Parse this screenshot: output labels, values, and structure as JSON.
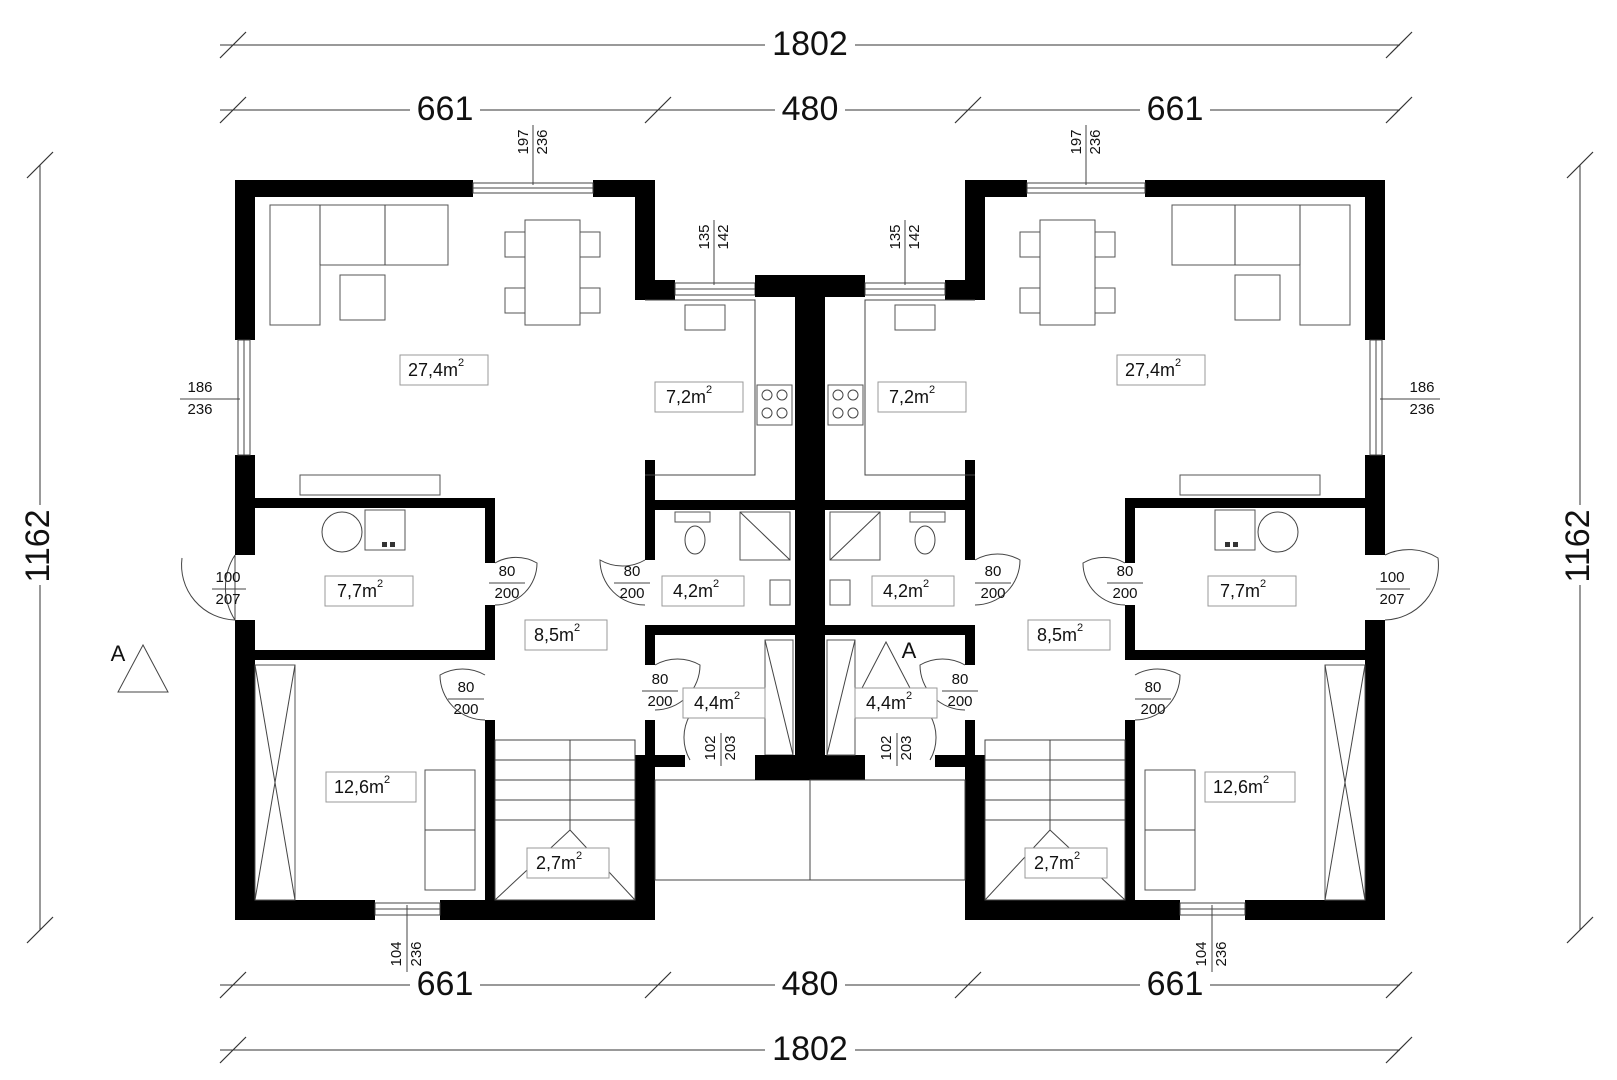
{
  "dimensions": {
    "top_total": "1802",
    "top_left": "661",
    "top_middle": "480",
    "top_right": "661",
    "bottom_left": "661",
    "bottom_middle": "480",
    "bottom_right": "661",
    "bottom_total": "1802",
    "left_height": "1162",
    "right_height": "1162"
  },
  "section_marks": {
    "left": "A",
    "center": "A"
  },
  "rooms": {
    "left": {
      "living": "27,4",
      "kitchen": "7,2",
      "utility": "7,7",
      "hall": "8,5",
      "bath": "4,2",
      "entry": "4,4",
      "bedroom": "12,6",
      "stairs": "2,7"
    },
    "right": {
      "living": "27,4",
      "kitchen": "7,2",
      "utility": "7,7",
      "hall": "8,5",
      "bath": "4,2",
      "entry": "4,4",
      "bedroom": "12,6",
      "stairs": "2,7"
    },
    "unit": "m",
    "unit_exp": "2"
  },
  "openings": {
    "left": {
      "top_window": [
        "197",
        "236"
      ],
      "kitchen_window": [
        "135",
        "142"
      ],
      "side_window": [
        "186",
        "236"
      ],
      "ext_door": [
        "100",
        "207"
      ],
      "utility_door": [
        "80",
        "200"
      ],
      "bath_door": [
        "80",
        "200"
      ],
      "bedroom_door": [
        "80",
        "200"
      ],
      "entry_door": [
        "80",
        "200"
      ],
      "front_door": [
        "102",
        "203"
      ],
      "bottom_window": [
        "104",
        "236"
      ]
    },
    "right": {
      "top_window": [
        "197",
        "236"
      ],
      "kitchen_window": [
        "135",
        "142"
      ],
      "side_window": [
        "186",
        "236"
      ],
      "ext_door": [
        "100",
        "207"
      ],
      "utility_door": [
        "80",
        "200"
      ],
      "bath_door": [
        "80",
        "200"
      ],
      "bedroom_door": [
        "80",
        "200"
      ],
      "entry_door": [
        "80",
        "200"
      ],
      "front_door": [
        "102",
        "203"
      ],
      "bottom_window": [
        "104",
        "236"
      ]
    }
  }
}
